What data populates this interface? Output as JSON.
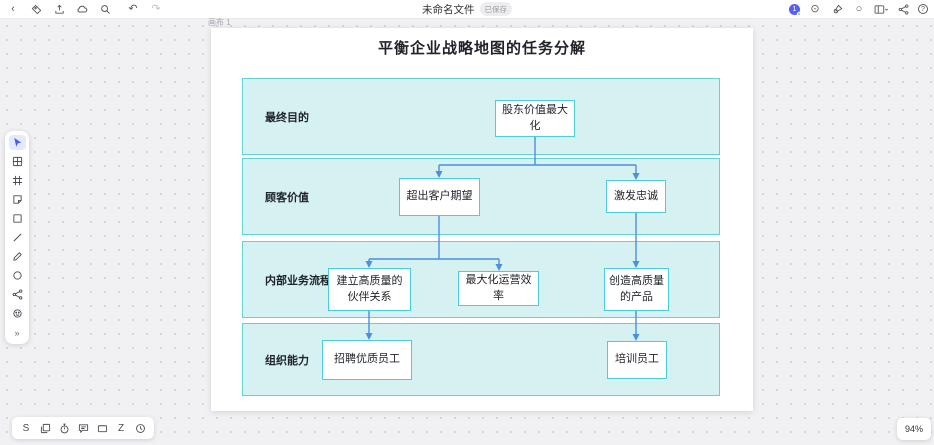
{
  "topbar": {
    "title": "未命名文件",
    "badge": "已保存",
    "avatar_initial": "1",
    "glyphs": {
      "back": "‹",
      "undo": "↶",
      "redo": "↷",
      "focus": "⊙",
      "comment": "○",
      "help": "?"
    },
    "left_icon_names": [
      "back",
      "tag",
      "export",
      "cloud-sync",
      "search",
      "undo",
      "redo"
    ],
    "right_icon_names": [
      "avatar",
      "focus",
      "presenter",
      "comment",
      "layout",
      "share",
      "help"
    ]
  },
  "left_toolbar": {
    "expand_glyph": "»",
    "tool_names": [
      "select",
      "board",
      "frame",
      "sticky-note",
      "shape",
      "line",
      "pen",
      "ellipse",
      "connector",
      "sticker",
      "more-tools"
    ]
  },
  "bottom_toolbar": {
    "s_label": "S",
    "z_label": "Z",
    "tool_names": [
      "s-tool",
      "duplicate",
      "timer",
      "comment",
      "card",
      "z-tool",
      "clock"
    ]
  },
  "canvas": {
    "page_label": "画布 1",
    "zoom_level": "94%"
  },
  "diagram": {
    "title": "平衡企业战略地图的任务分解",
    "rows": [
      {
        "label": "最终目的",
        "nodes": [
          "股东价值最大化"
        ]
      },
      {
        "label": "顾客价值",
        "nodes": [
          "超出客户期望",
          "激发忠诚"
        ]
      },
      {
        "label": "内部业务流程",
        "nodes": [
          "建立高质量的伙伴关系",
          "最大化运营效率",
          "创造高质量的产品"
        ]
      },
      {
        "label": "组织能力",
        "nodes": [
          "招聘优质员工",
          "培训员工"
        ]
      }
    ],
    "edges": [
      {
        "from": "股东价值最大化",
        "to": "超出客户期望"
      },
      {
        "from": "股东价值最大化",
        "to": "激发忠诚"
      },
      {
        "from": "超出客户期望",
        "to": "建立高质量的伙伴关系"
      },
      {
        "from": "超出客户期望",
        "to": "最大化运营效率"
      },
      {
        "from": "激发忠诚",
        "to": "创造高质量的产品"
      },
      {
        "from": "建立高质量的伙伴关系",
        "to": "招聘优质员工"
      },
      {
        "from": "创造高质量的产品",
        "to": "培训员工"
      }
    ],
    "colors": {
      "band_fill": "#d5f1f2",
      "band_border": "#5fd3d6",
      "node_fill": "#ffffff",
      "node_border": "#49cfdb",
      "edge": "#4a90e2"
    }
  }
}
